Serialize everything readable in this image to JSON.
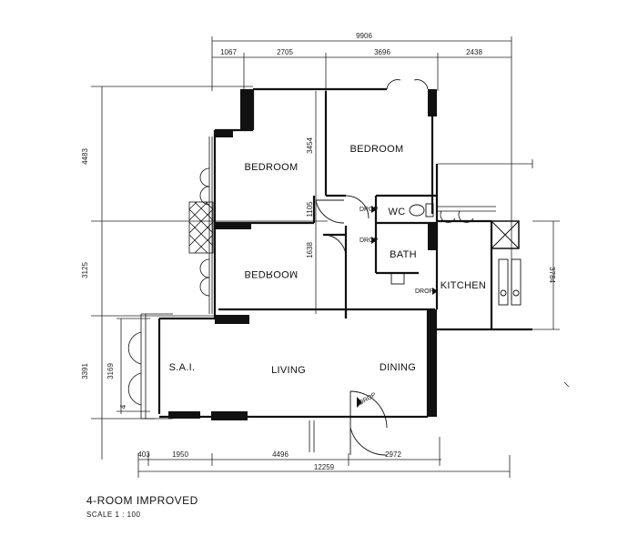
{
  "title": "4-ROOM IMPROVED",
  "scale": "SCALE 1 : 100",
  "rooms": {
    "bedroom_1": "BEDROOM",
    "bedroom_2": "BEDROOM",
    "bedroom_3": "BEDROOM",
    "wc": "WC",
    "bath": "BATH",
    "kitchen": "KITCHEN",
    "sai": "S.A.I.",
    "living": "LIVING",
    "dining": "DINING"
  },
  "drop_label": "DROP",
  "dimensions": {
    "top_total": "9906",
    "top_segments": [
      "1067",
      "2705",
      "3696",
      "2438"
    ],
    "left_segments": [
      "4483",
      "3125",
      "3391"
    ],
    "left_inner": "3169",
    "left_inner_small": "4",
    "interior_v": [
      "3454",
      "1105",
      "1638"
    ],
    "bottom_segments": [
      "403",
      "1950",
      "4496",
      "2972"
    ],
    "bottom_total": "12259",
    "right_partial": "3784"
  }
}
